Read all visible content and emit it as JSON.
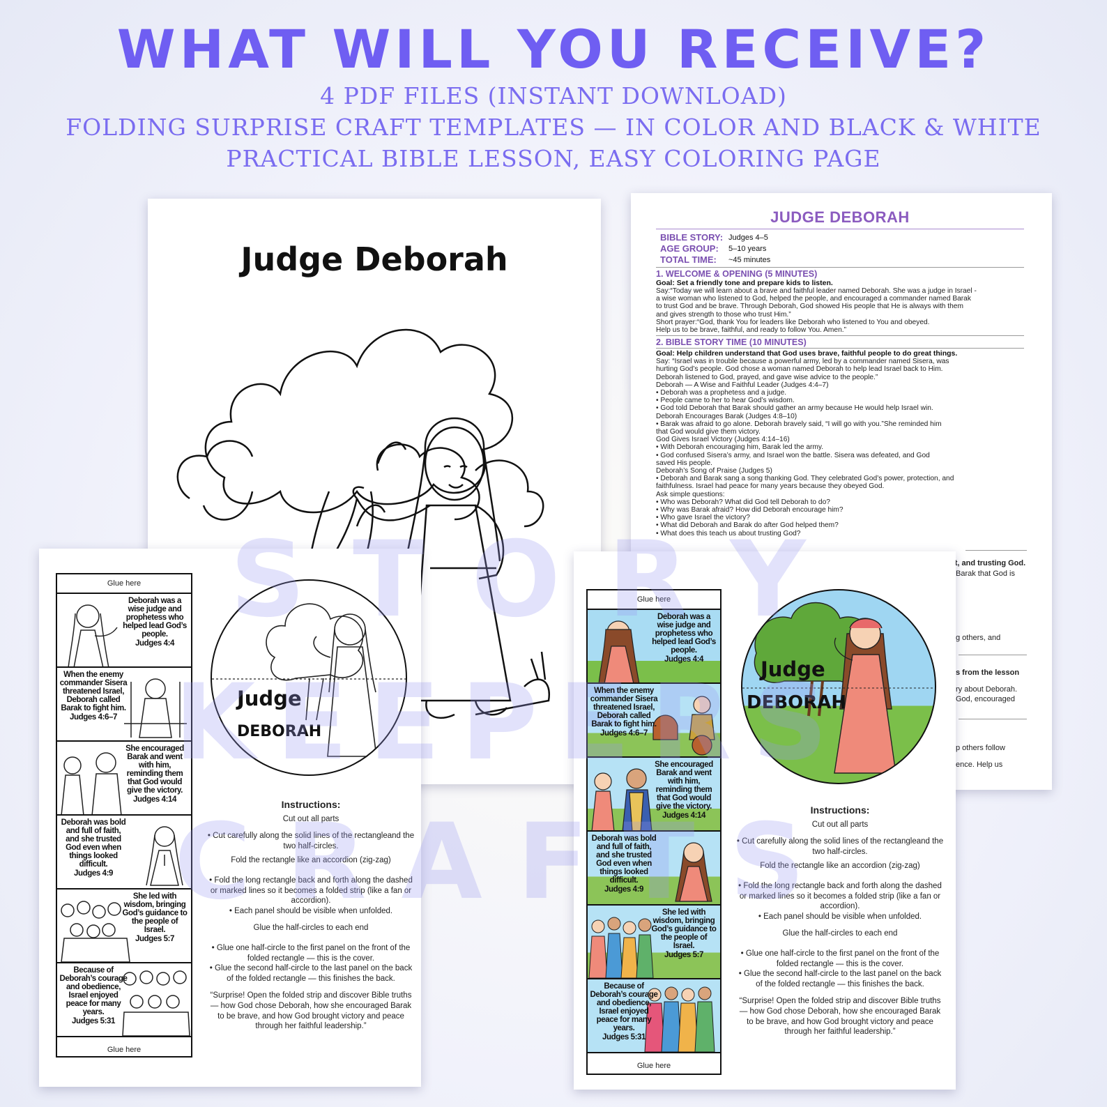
{
  "header": {
    "headline": "WHAT WILL YOU RECEIVE?",
    "lines": [
      "4 PDF FILES (INSTANT DOWNLOAD)",
      "FOLDING SURPRISE CRAFT TEMPLATES — IN COLOR AND BLACK & WHITE",
      "PRACTICAL BIBLE LESSON,  EASY COLORING PAGE"
    ]
  },
  "coloring_page": {
    "title": "Judge Deborah"
  },
  "lesson": {
    "title": "JUDGE DEBORAH",
    "meta": [
      {
        "key": "BIBLE STORY:",
        "value": "Judges 4–5"
      },
      {
        "key": "AGE GROUP:",
        "value": "5–10 years"
      },
      {
        "key": "TOTAL TIME:",
        "value": "~45 minutes"
      }
    ],
    "sections": [
      {
        "title": "1. WELCOME & OPENING (5 MINUTES)",
        "goal": "Goal: Set a friendly tone and prepare kids to listen.",
        "lines": [
          "Say:“Today we will learn about a brave and faithful leader named Deborah. She was a judge in Israel -",
          "a wise woman who listened to God, helped the people, and encouraged a commander named Barak",
          " to trust God and be brave. Through Deborah, God showed His people that He is always with them",
          "and gives strength to those who trust Him.”",
          "Short prayer:“God, thank You for leaders like Deborah who listened to You and obeyed.",
          "Help us to be brave, faithful, and ready to follow You. Amen.”"
        ]
      },
      {
        "title": "2. BIBLE STORY TIME (10 MINUTES)",
        "goal": "Goal: Help children understand that God uses brave, faithful people to do great things.",
        "lines": [
          "Say: “Israel was in trouble because a powerful army, led by a commander named Sisera, was",
          "hurting God’s people. God chose a woman named Deborah to help lead Israel back to Him.",
          "Deborah listened to God, prayed, and gave wise advice to the people.”",
          "Deborah — A Wise and Faithful Leader (Judges 4:4–7)",
          "• Deborah was a prophetess and a judge.",
          "• People came to her to hear God’s wisdom.",
          "• God told Deborah that Barak should gather an army because He would help Israel win.",
          "Deborah Encourages Barak (Judges 4:8–10)",
          "• Barak was afraid to go alone. Deborah bravely said, “I will go with you.”She reminded him",
          "that God would give them victory.",
          "God Gives Israel Victory (Judges 4:14–16)",
          "• With Deborah encouraging him, Barak led the army.",
          "• God confused Sisera’s army, and Israel won the battle. Sisera was defeated, and God",
          "saved His people.",
          "Deborah’s Song of Praise (Judges 5)",
          "• Deborah and Barak sang a song thanking God. They celebrated God’s power, protection, and",
          "  faithfulness. Israel had peace for many years because they obeyed God.",
          "Ask simple questions:",
          "• Who was Deborah?   What did God tell Deborah to do?",
          "• Why was Barak afraid?  How did Deborah encourage him?",
          "• Who gave Israel the victory?",
          "• What did Deborah and Barak do after God helped them?",
          "• What does this teach us about trusting God?"
        ]
      }
    ],
    "fragments": [
      "nt, and trusting God.",
      "Barak that God is",
      "g others, and",
      "s from the lesson",
      "ry about Deborah.",
      "God, encouraged",
      "p others follow",
      "ence. Help us"
    ]
  },
  "craft": {
    "glue_top": "Glue here",
    "glue_bottom": "Glue here",
    "panels": [
      {
        "text": "Deborah was a wise judge and prophetess who helped lead God’s people.",
        "ref": "Judges 4:4"
      },
      {
        "text": "When the enemy commander Sisera threatened Israel, Deborah called Barak to fight him.",
        "ref": "Judges 4:6–7"
      },
      {
        "text": "She encouraged Barak and went with him, reminding them that God would give the victory.",
        "ref": "Judges 4:14"
      },
      {
        "text": "Deborah was bold and full of faith, and she trusted God even when things looked difficult.",
        "ref": "Judges 4:9"
      },
      {
        "text": "She led with wisdom, bringing God’s guidance to the people of Israel.",
        "ref": "Judges 5:7"
      },
      {
        "text": "Because of Deborah’s courage and obedience, Israel enjoyed peace for many years.",
        "ref": "Judges 5:31"
      }
    ],
    "circle_label_top": "Judge",
    "circle_label_bottom": "DEBORAH",
    "instructions": {
      "title": "Instructions:",
      "cut_all": "Cut out all parts",
      "cut_bullet": "• Cut carefully along the solid lines of the rectangleand the two half-circles.",
      "fold_title": "Fold the rectangle like an accordion (zig-zag)",
      "fold_bullet_1": "• Fold the long rectangle back and forth along the dashed or marked lines so it becomes a folded strip (like a fan or accordion).",
      "fold_bullet_2": "• Each panel should be visible when unfolded.",
      "glue_title": "Glue the half-circles to each end",
      "glue_bullet_1": "• Glue one half-circle to the first panel on the front of the folded rectangle — this is the cover.",
      "glue_bullet_2": "• Glue the second half-circle to the last panel on the back of the folded rectangle — this finishes the back.",
      "surprise": "“Surprise! Open the folded strip and discover Bible truths — how God chose Deborah, how she encouraged Barak to be brave, and how God brought victory and peace through her faithful leadership.”"
    }
  },
  "watermark": [
    "STORY",
    "KEEPERS",
    "CRAFTS"
  ],
  "colors": {
    "headline": "#6f5ef2",
    "lesson_accent": "#8b5bbf",
    "dress": "#ef8a7a",
    "sky": "#9fd6f2",
    "grass": "#7bbf4a"
  }
}
